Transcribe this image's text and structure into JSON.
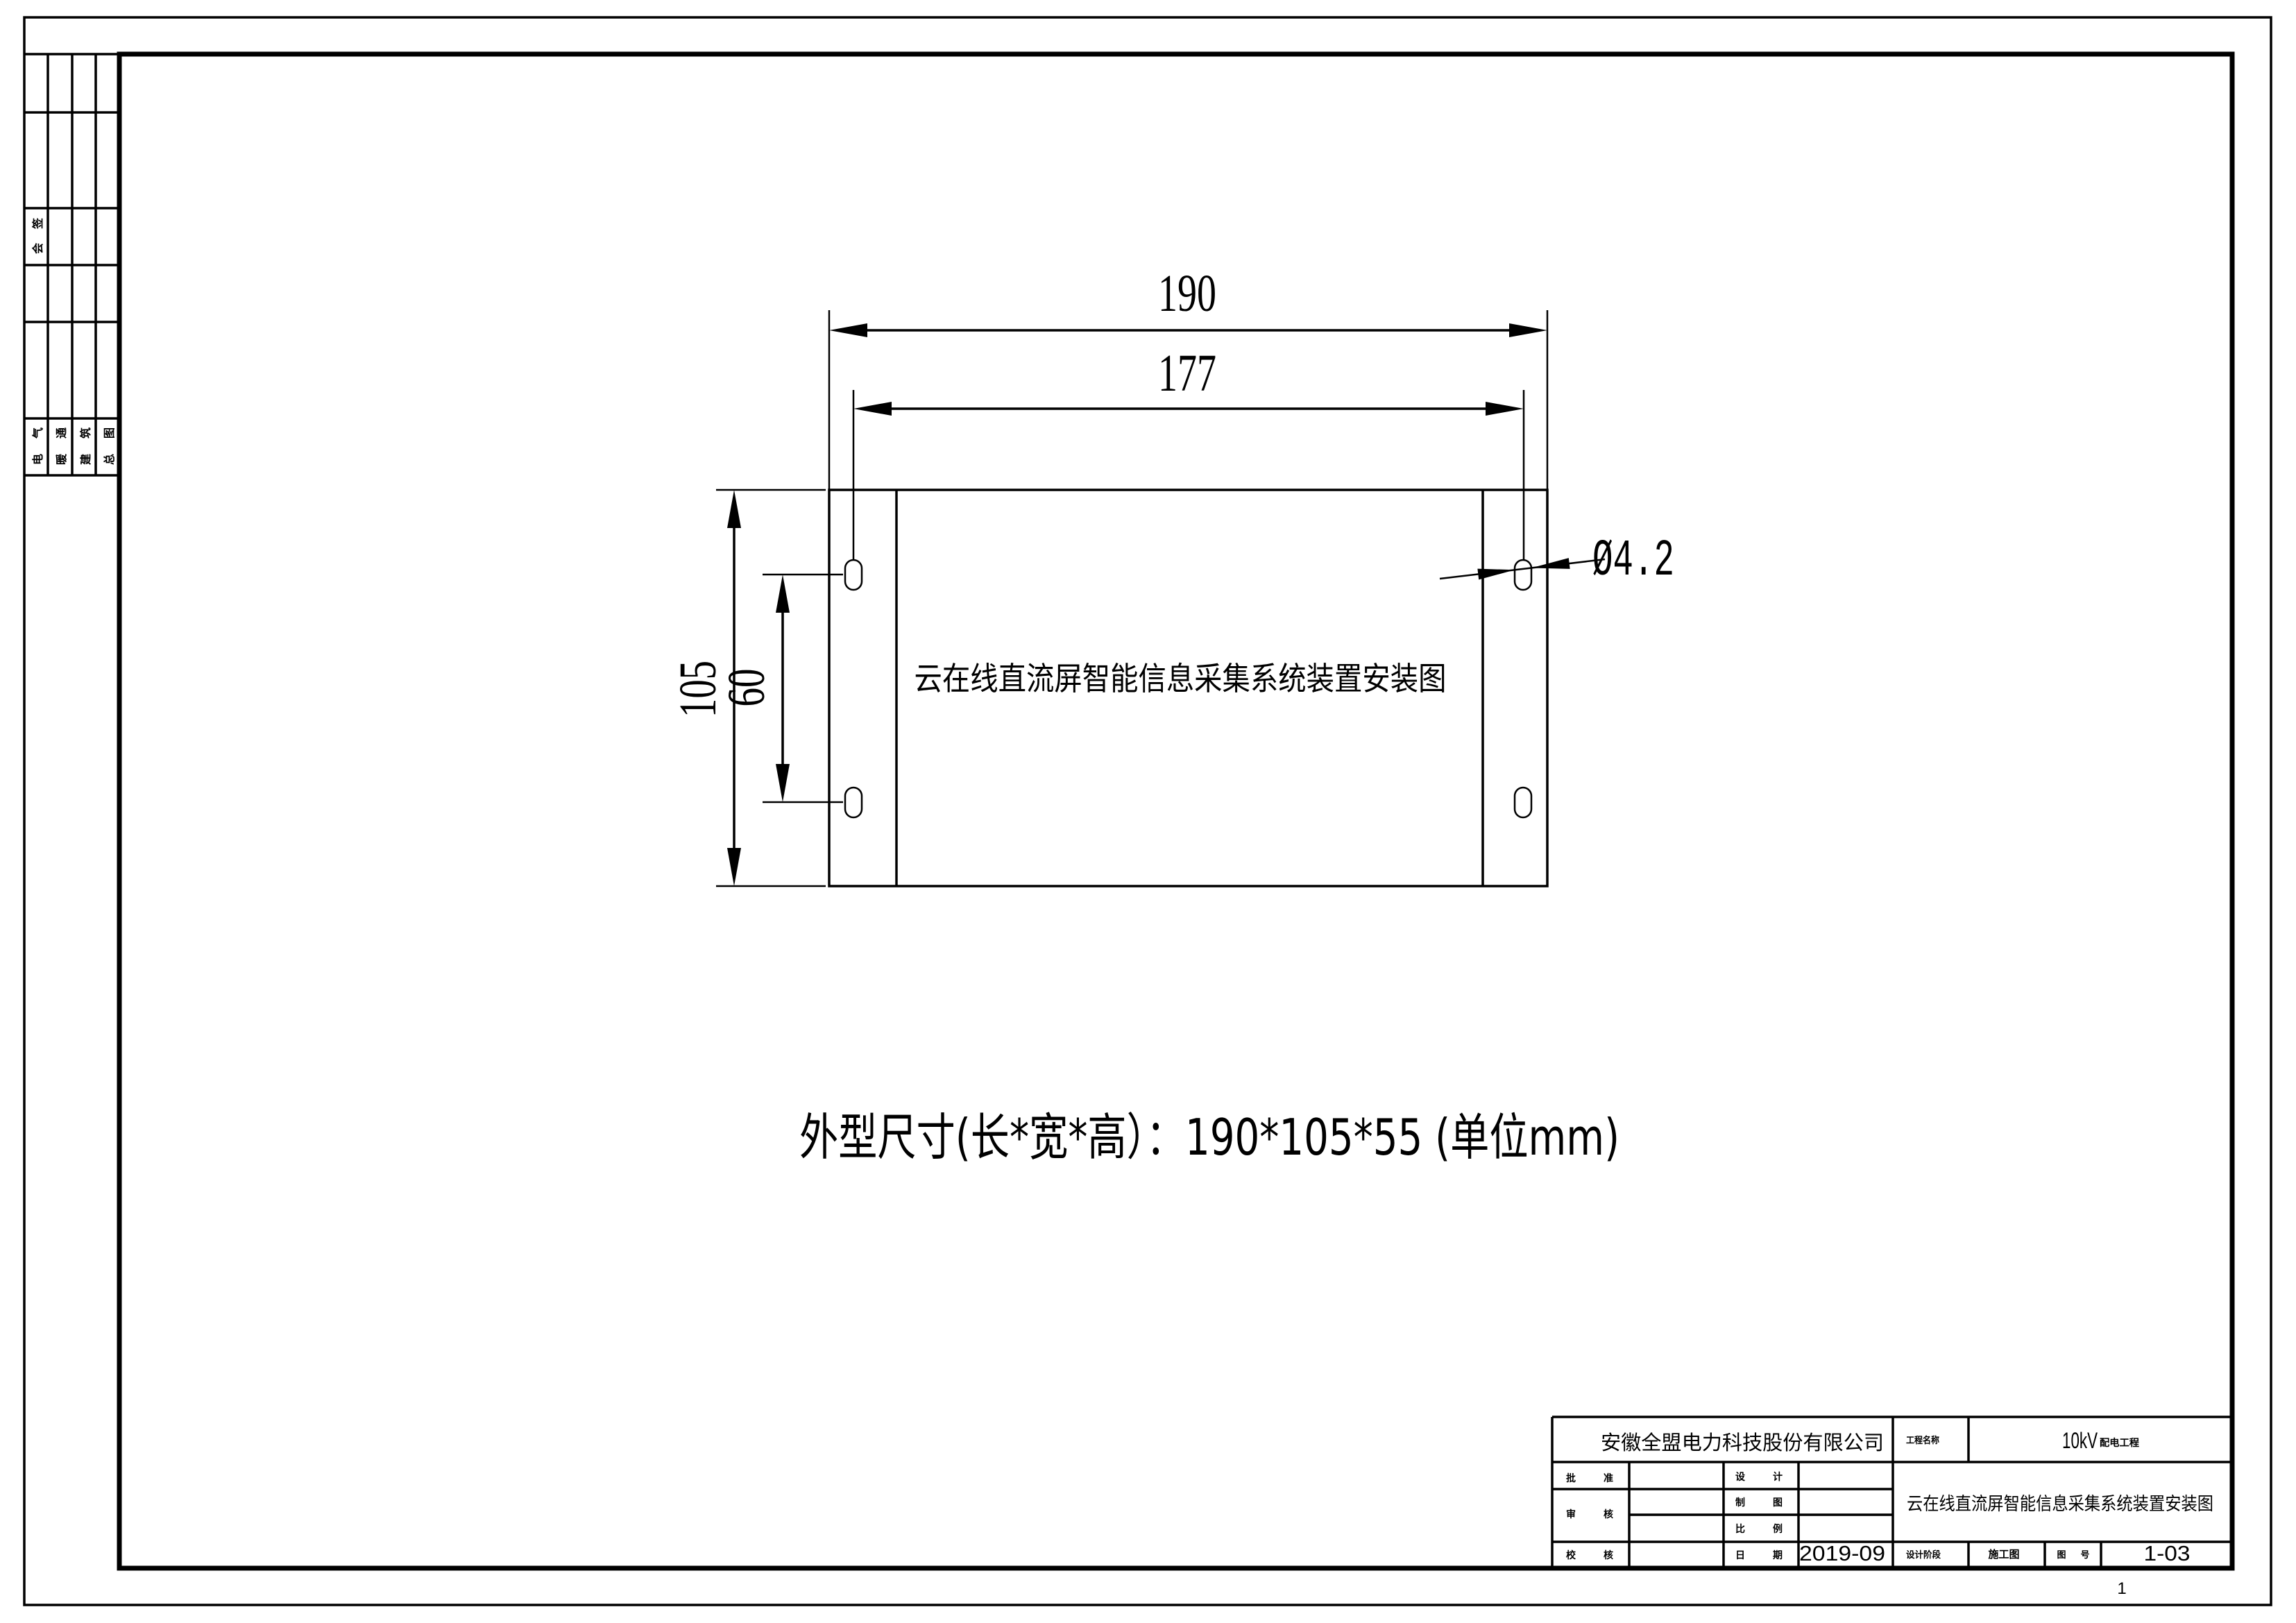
{
  "left_strip": {
    "countersign_header": "会签",
    "disciplines": [
      "电气",
      "暖通",
      "建筑",
      "总图"
    ]
  },
  "drawing": {
    "dim_overall_length": "190",
    "dim_hole_spacing_length": "177",
    "dim_overall_width": "105",
    "dim_hole_spacing_width": "60",
    "dim_hole_diameter": "Ø4.2",
    "device_label": "云在线直流屏智能信息采集系统装置安装图",
    "size_note": "外型尺寸(长*宽*高）：190*105*55 (单位mm)"
  },
  "title_block": {
    "company": "安徽全盟电力科技股份有限公司",
    "project_name_label": "工程名称",
    "project_name_voltage": "10kV",
    "project_name_type": "配电工程",
    "drawing_title": "云在线直流屏智能信息采集系统装置安装图",
    "approve_label": "批 准",
    "review_label": "审 核",
    "check_label": "校 核",
    "design_label": "设 计",
    "drafting_label": "制 图",
    "scale_label": "比 例",
    "date_label": "日 期",
    "date_value": "2019-09",
    "design_stage_label": "设计阶段",
    "design_stage_value": "施工图",
    "drawing_no_label": "图 号",
    "drawing_no_value": "1-03"
  },
  "page_number": "1"
}
